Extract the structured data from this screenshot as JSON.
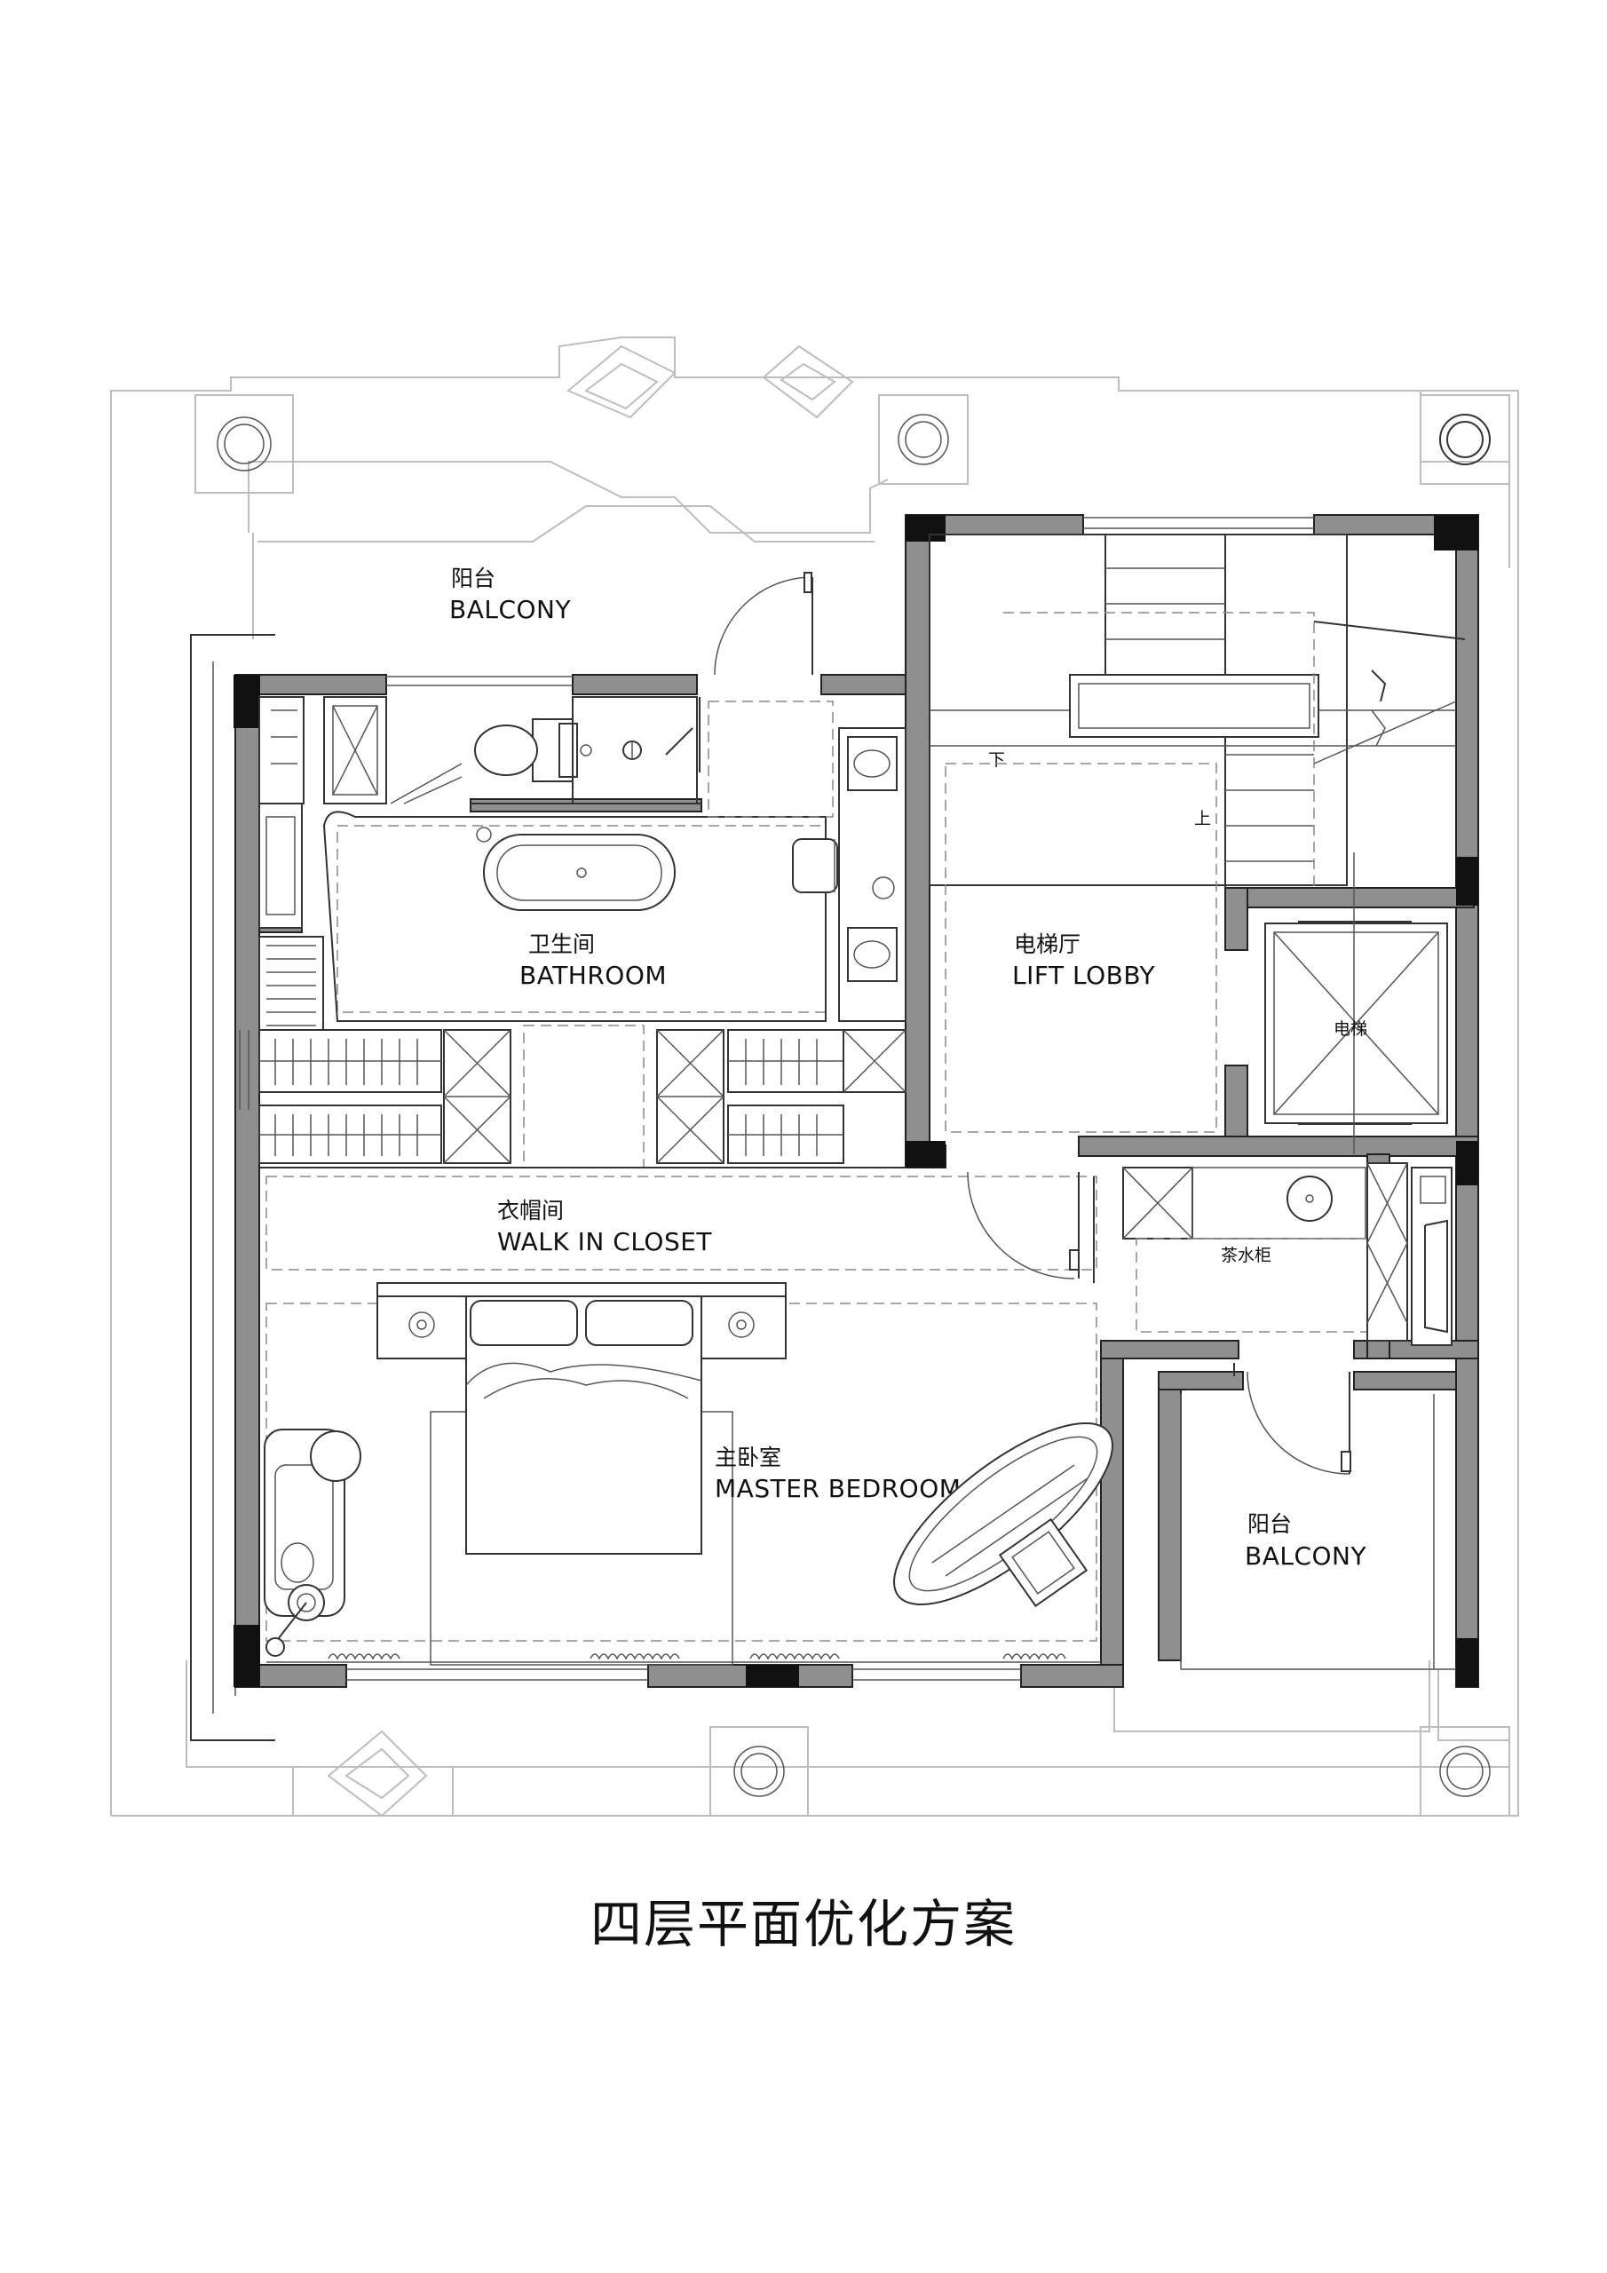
{
  "title": "四层平面优化方案",
  "rooms": {
    "balcony_north": {
      "cn": "阳台",
      "en": "BALCONY"
    },
    "bathroom": {
      "cn": "卫生间",
      "en": "BATHROOM"
    },
    "lift_lobby": {
      "cn": "电梯厅",
      "en": "LIFT LOBBY"
    },
    "elevator": {
      "cn": "电梯"
    },
    "closet": {
      "cn": "衣帽间",
      "en": "WALK IN CLOSET"
    },
    "tea_cabinet": {
      "cn": "茶水柜"
    },
    "master_bedroom": {
      "cn": "主卧室",
      "en": "MASTER BEDROOM"
    },
    "balcony_south": {
      "cn": "阳台",
      "en": "BALCONY"
    }
  },
  "stairs": {
    "down": "下",
    "up": "上"
  }
}
